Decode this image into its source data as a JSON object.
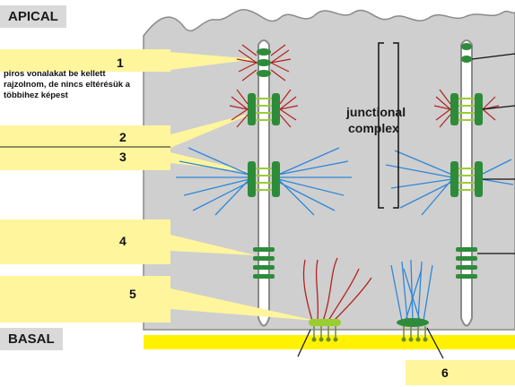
{
  "labels": {
    "apical": "APICAL",
    "basal": "BASAL",
    "junctional_line1": "junctional",
    "junctional_line2": "complex",
    "note": "piros vonalakat be kellett rajzolnom, de nincs eltérésük a többihez képest"
  },
  "numbers": [
    "1",
    "2",
    "3",
    "4",
    "5",
    "6"
  ],
  "colors": {
    "cell": "#cfcfcf",
    "membrane": "#8a8a8a",
    "junction_green": "#2e8b3a",
    "actin_red": "#b22222",
    "filament_blue": "#2f87d8",
    "basal_lamina": "#fff200",
    "callout_yellow": "#fff59d"
  }
}
